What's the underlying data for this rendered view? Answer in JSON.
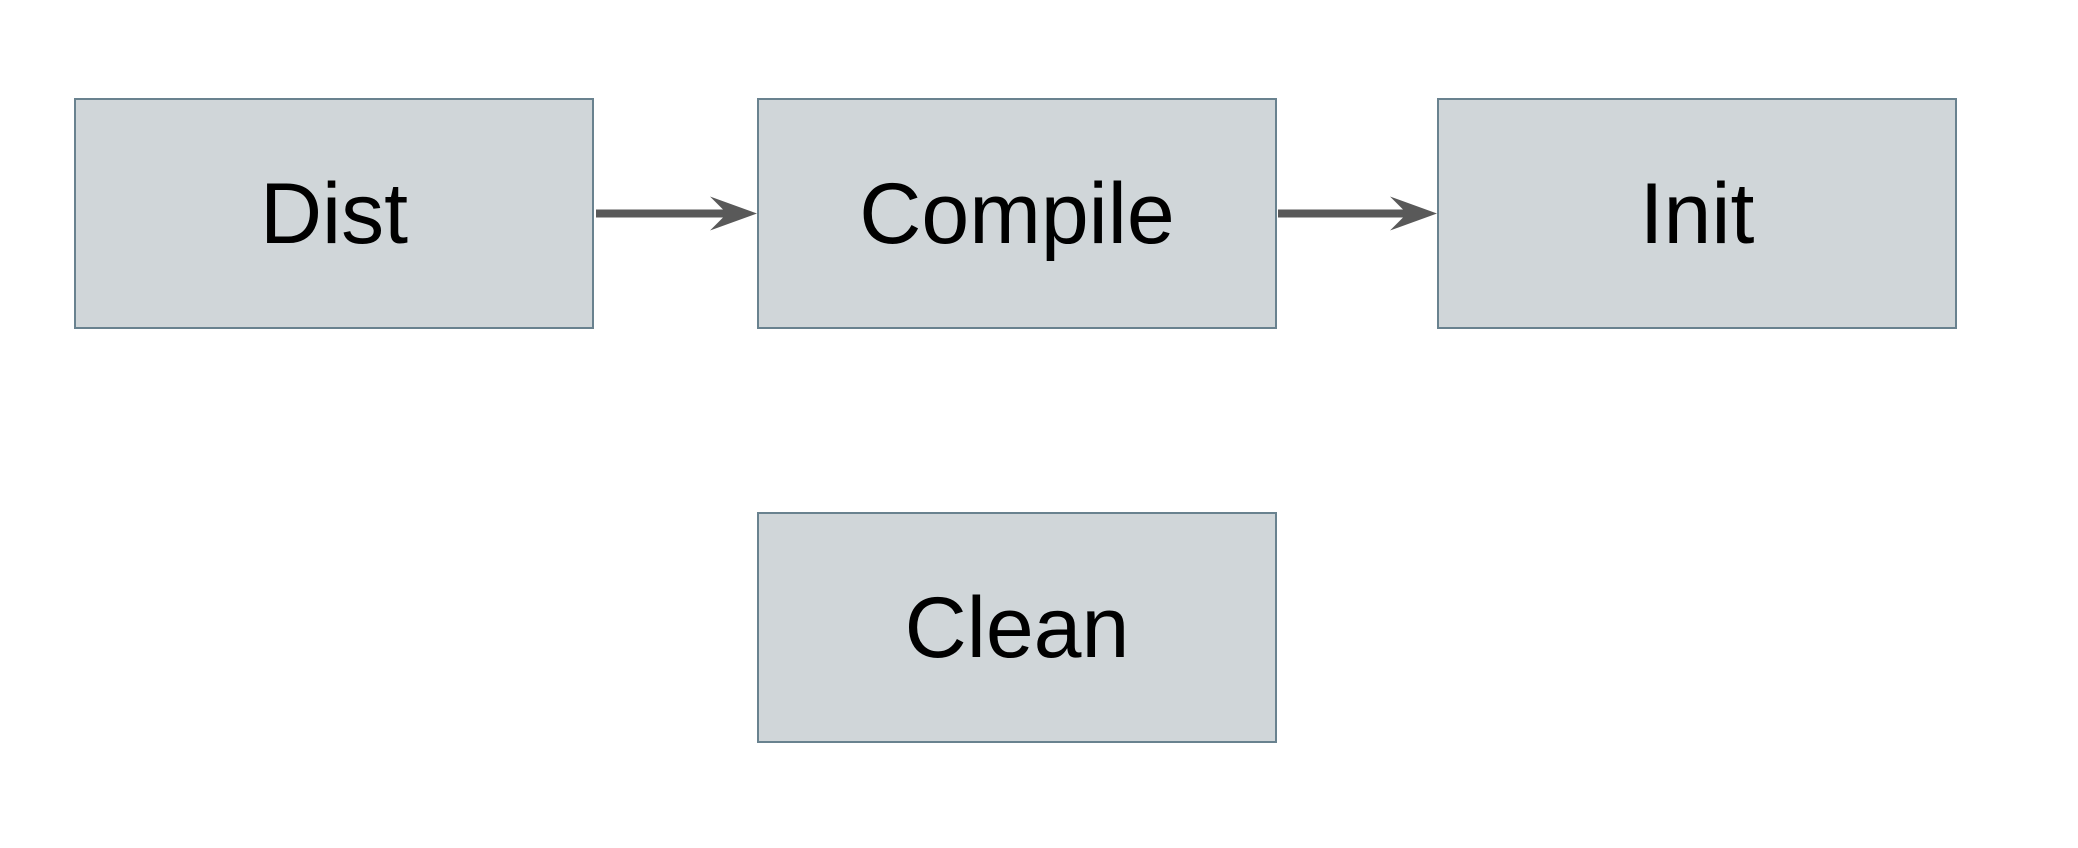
{
  "diagram": {
    "type": "flowchart",
    "nodes": [
      {
        "id": "dist",
        "label": "Dist"
      },
      {
        "id": "compile",
        "label": "Compile"
      },
      {
        "id": "init",
        "label": "Init"
      },
      {
        "id": "clean",
        "label": "Clean"
      }
    ],
    "edges": [
      {
        "from": "dist",
        "to": "compile",
        "direction": "right"
      },
      {
        "from": "compile",
        "to": "init",
        "direction": "right"
      }
    ],
    "colors": {
      "background": "#ffffff",
      "node_fill": "#d0d6d9",
      "node_border": "#69828f",
      "arrow": "#595959",
      "text_color": "#000000"
    }
  }
}
